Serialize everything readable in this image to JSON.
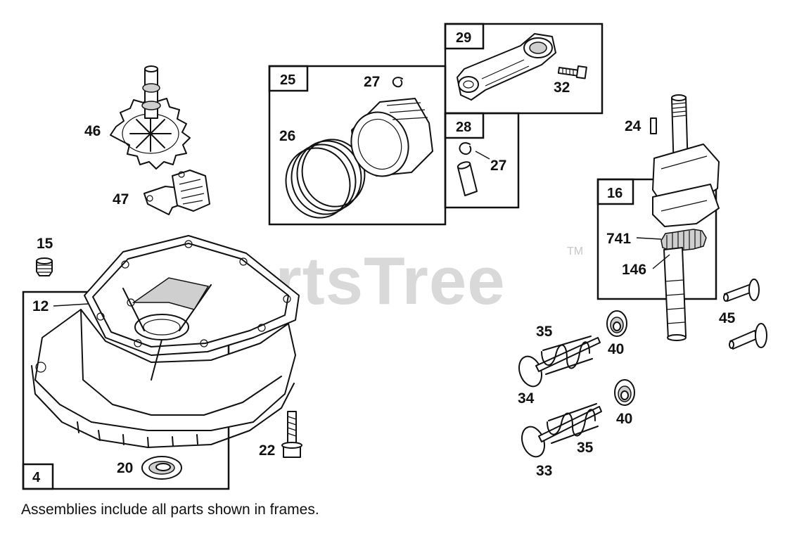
{
  "watermark": {
    "text": "PartsTree",
    "trademark": "TM"
  },
  "footnote": "Assemblies include all parts shown in frames.",
  "frames": {
    "f4": "4",
    "f16": "16",
    "f25": "25",
    "f28": "28",
    "f29": "29"
  },
  "callouts": {
    "c12": "12",
    "c15": "15",
    "c20": "20",
    "c22": "22",
    "c24": "24",
    "c26": "26",
    "c27a": "27",
    "c27b": "27",
    "c32": "32",
    "c33": "33",
    "c34": "34",
    "c35a": "35",
    "c35b": "35",
    "c40a": "40",
    "c40b": "40",
    "c45": "45",
    "c46": "46",
    "c47": "47",
    "c146": "146",
    "c741": "741"
  }
}
